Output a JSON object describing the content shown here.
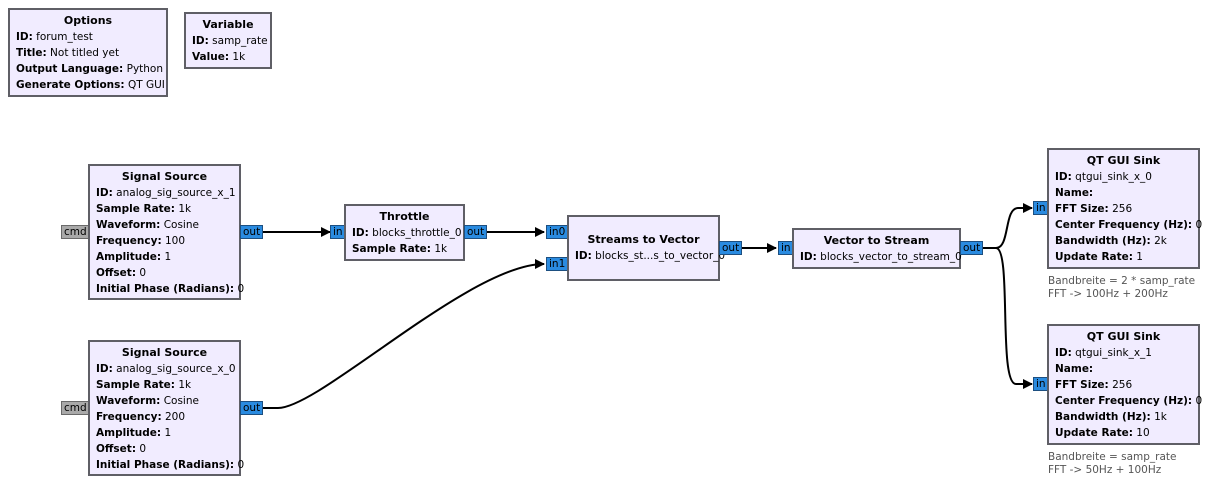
{
  "blocks": {
    "options": {
      "title": "Options",
      "params": [
        {
          "k": "ID:",
          "v": "forum_test"
        },
        {
          "k": "Title:",
          "v": "Not titled yet"
        },
        {
          "k": "Output Language:",
          "v": "Python"
        },
        {
          "k": "Generate Options:",
          "v": "QT GUI"
        }
      ]
    },
    "variable": {
      "title": "Variable",
      "params": [
        {
          "k": "ID:",
          "v": "samp_rate"
        },
        {
          "k": "Value:",
          "v": "1k"
        }
      ]
    },
    "sig1": {
      "title": "Signal Source",
      "params": [
        {
          "k": "ID:",
          "v": "analog_sig_source_x_1"
        },
        {
          "k": "Sample Rate:",
          "v": "1k"
        },
        {
          "k": "Waveform:",
          "v": "Cosine"
        },
        {
          "k": "Frequency:",
          "v": "100"
        },
        {
          "k": "Amplitude:",
          "v": "1"
        },
        {
          "k": "Offset:",
          "v": "0"
        },
        {
          "k": "Initial Phase (Radians):",
          "v": "0"
        }
      ]
    },
    "sig0": {
      "title": "Signal Source",
      "params": [
        {
          "k": "ID:",
          "v": "analog_sig_source_x_0"
        },
        {
          "k": "Sample Rate:",
          "v": "1k"
        },
        {
          "k": "Waveform:",
          "v": "Cosine"
        },
        {
          "k": "Frequency:",
          "v": "200"
        },
        {
          "k": "Amplitude:",
          "v": "1"
        },
        {
          "k": "Offset:",
          "v": "0"
        },
        {
          "k": "Initial Phase (Radians):",
          "v": "0"
        }
      ]
    },
    "throttle": {
      "title": "Throttle",
      "params": [
        {
          "k": "ID:",
          "v": "blocks_throttle_0"
        },
        {
          "k": "Sample Rate:",
          "v": "1k"
        }
      ]
    },
    "s2v": {
      "title": "Streams to Vector",
      "params": [
        {
          "k": "ID:",
          "v": "blocks_st...s_to_vector_0"
        }
      ]
    },
    "v2s": {
      "title": "Vector to Stream",
      "params": [
        {
          "k": "ID:",
          "v": "blocks_vector_to_stream_0"
        }
      ]
    },
    "sink0": {
      "title": "QT GUI Sink",
      "params": [
        {
          "k": "ID:",
          "v": "qtgui_sink_x_0"
        },
        {
          "k": "Name:",
          "v": ""
        },
        {
          "k": "FFT Size:",
          "v": "256"
        },
        {
          "k": "Center Frequency (Hz):",
          "v": "0"
        },
        {
          "k": "Bandwidth (Hz):",
          "v": "2k"
        },
        {
          "k": "Update Rate:",
          "v": "1"
        }
      ]
    },
    "sink1": {
      "title": "QT GUI Sink",
      "params": [
        {
          "k": "ID:",
          "v": "qtgui_sink_x_1"
        },
        {
          "k": "Name:",
          "v": ""
        },
        {
          "k": "FFT Size:",
          "v": "256"
        },
        {
          "k": "Center Frequency (Hz):",
          "v": "0"
        },
        {
          "k": "Bandwidth (Hz):",
          "v": "1k"
        },
        {
          "k": "Update Rate:",
          "v": "10"
        }
      ]
    }
  },
  "ports": {
    "cmd": "cmd",
    "out": "out",
    "in": "in",
    "in0": "in0",
    "in1": "in1"
  },
  "comments": {
    "sink0": [
      "Bandbreite = 2 * samp_rate",
      "FFT -> 100Hz + 200Hz"
    ],
    "sink1": [
      "Bandbreite = samp_rate",
      "FFT -> 50Hz + 100Hz"
    ]
  },
  "colors": {
    "block_fill": "#f1ecff",
    "block_border": "#5f5f66",
    "port_stream": "#2a8be0",
    "port_message": "#a9a9a9",
    "connection": "#000000",
    "comment": "#555555"
  }
}
